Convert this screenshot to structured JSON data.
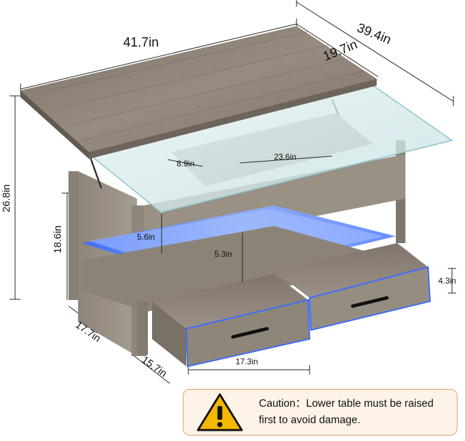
{
  "dimensions": {
    "top_length": "41.7in",
    "top_depth": "19.7in",
    "overall_width": "39.4in",
    "overall_height": "26.8in",
    "lift_height": "18.6in",
    "shelf_depth": "8.9in",
    "shelf_width": "23.6in",
    "hidden_compartment_height": "5.6in",
    "open_shelf_height": "5.3in",
    "drawer_height": "4.3in",
    "side_depth": "17.7in",
    "drawer_depth": "15.7in",
    "drawer_width": "17.3in"
  },
  "caution": {
    "icon": "warning-triangle-icon",
    "text": "Caution：Lower table must be raised\nfirst to avoid damage."
  },
  "colors": {
    "wood": "#8a8075",
    "wood_dark": "#6f665c",
    "glass": "#cfe6e8",
    "led": "#3d6bff",
    "caution_bg": "#fdf3e7",
    "caution_border": "#d9a26a",
    "warning_yellow": "#f5b800"
  }
}
